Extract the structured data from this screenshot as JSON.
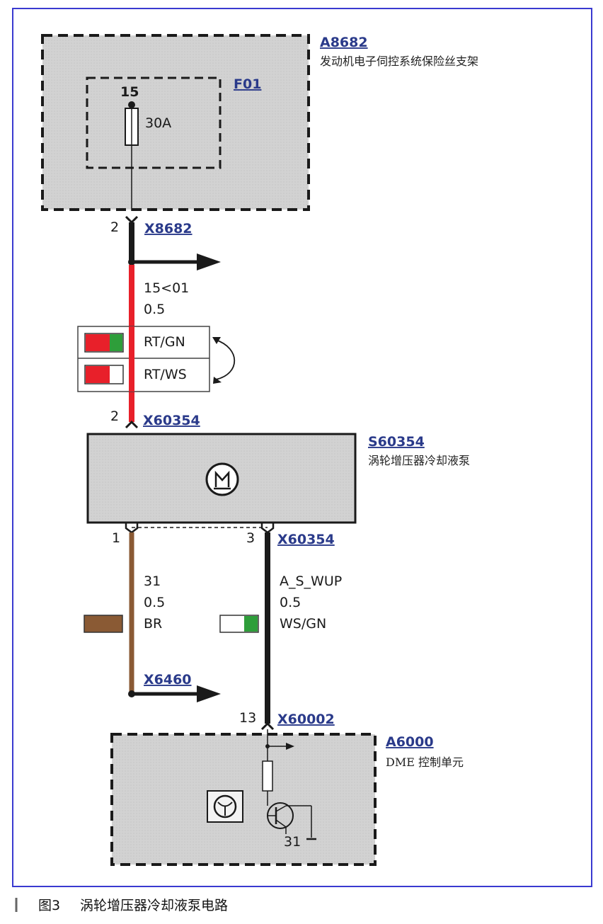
{
  "components": {
    "fuse_carrier": {
      "id": "A8682",
      "name": "发动机电子伺控系统保险丝支架"
    },
    "fuse": {
      "id": "F01",
      "pin": "15",
      "rating": "30A"
    },
    "pump": {
      "id": "S60354",
      "name": "涡轮增压器冷却液泵"
    },
    "dme": {
      "id": "A6000",
      "name": "DME 控制单元",
      "ground_pin": "31"
    }
  },
  "connectors": {
    "x8682": {
      "id": "X8682",
      "pin": "2"
    },
    "x60354_in": {
      "id": "X60354",
      "pin": "2"
    },
    "x60354_pin1": "1",
    "x60354_out": {
      "id": "X60354",
      "pin": "3"
    },
    "x6460": {
      "id": "X6460"
    },
    "x60002": {
      "id": "X60002",
      "pin": "13"
    }
  },
  "wires": {
    "supply": {
      "signal": "15<01",
      "size": "0.5"
    },
    "variant_a": "RT/GN",
    "variant_b": "RT/WS",
    "ground": {
      "signal": "31",
      "size": "0.5",
      "color": "BR"
    },
    "signal": {
      "signal": "A_S_WUP",
      "size": "0.5",
      "color": "WS/GN"
    }
  },
  "colors": {
    "red": "#e8202a",
    "green": "#2e9e3a",
    "brown": "#8a5a34",
    "black": "#1a1a1a",
    "box_fill": "#cfcfcf",
    "border": "#3a3ad0"
  },
  "caption": {
    "number": "图3",
    "title": "涡轮增压器冷却液泵电路"
  }
}
